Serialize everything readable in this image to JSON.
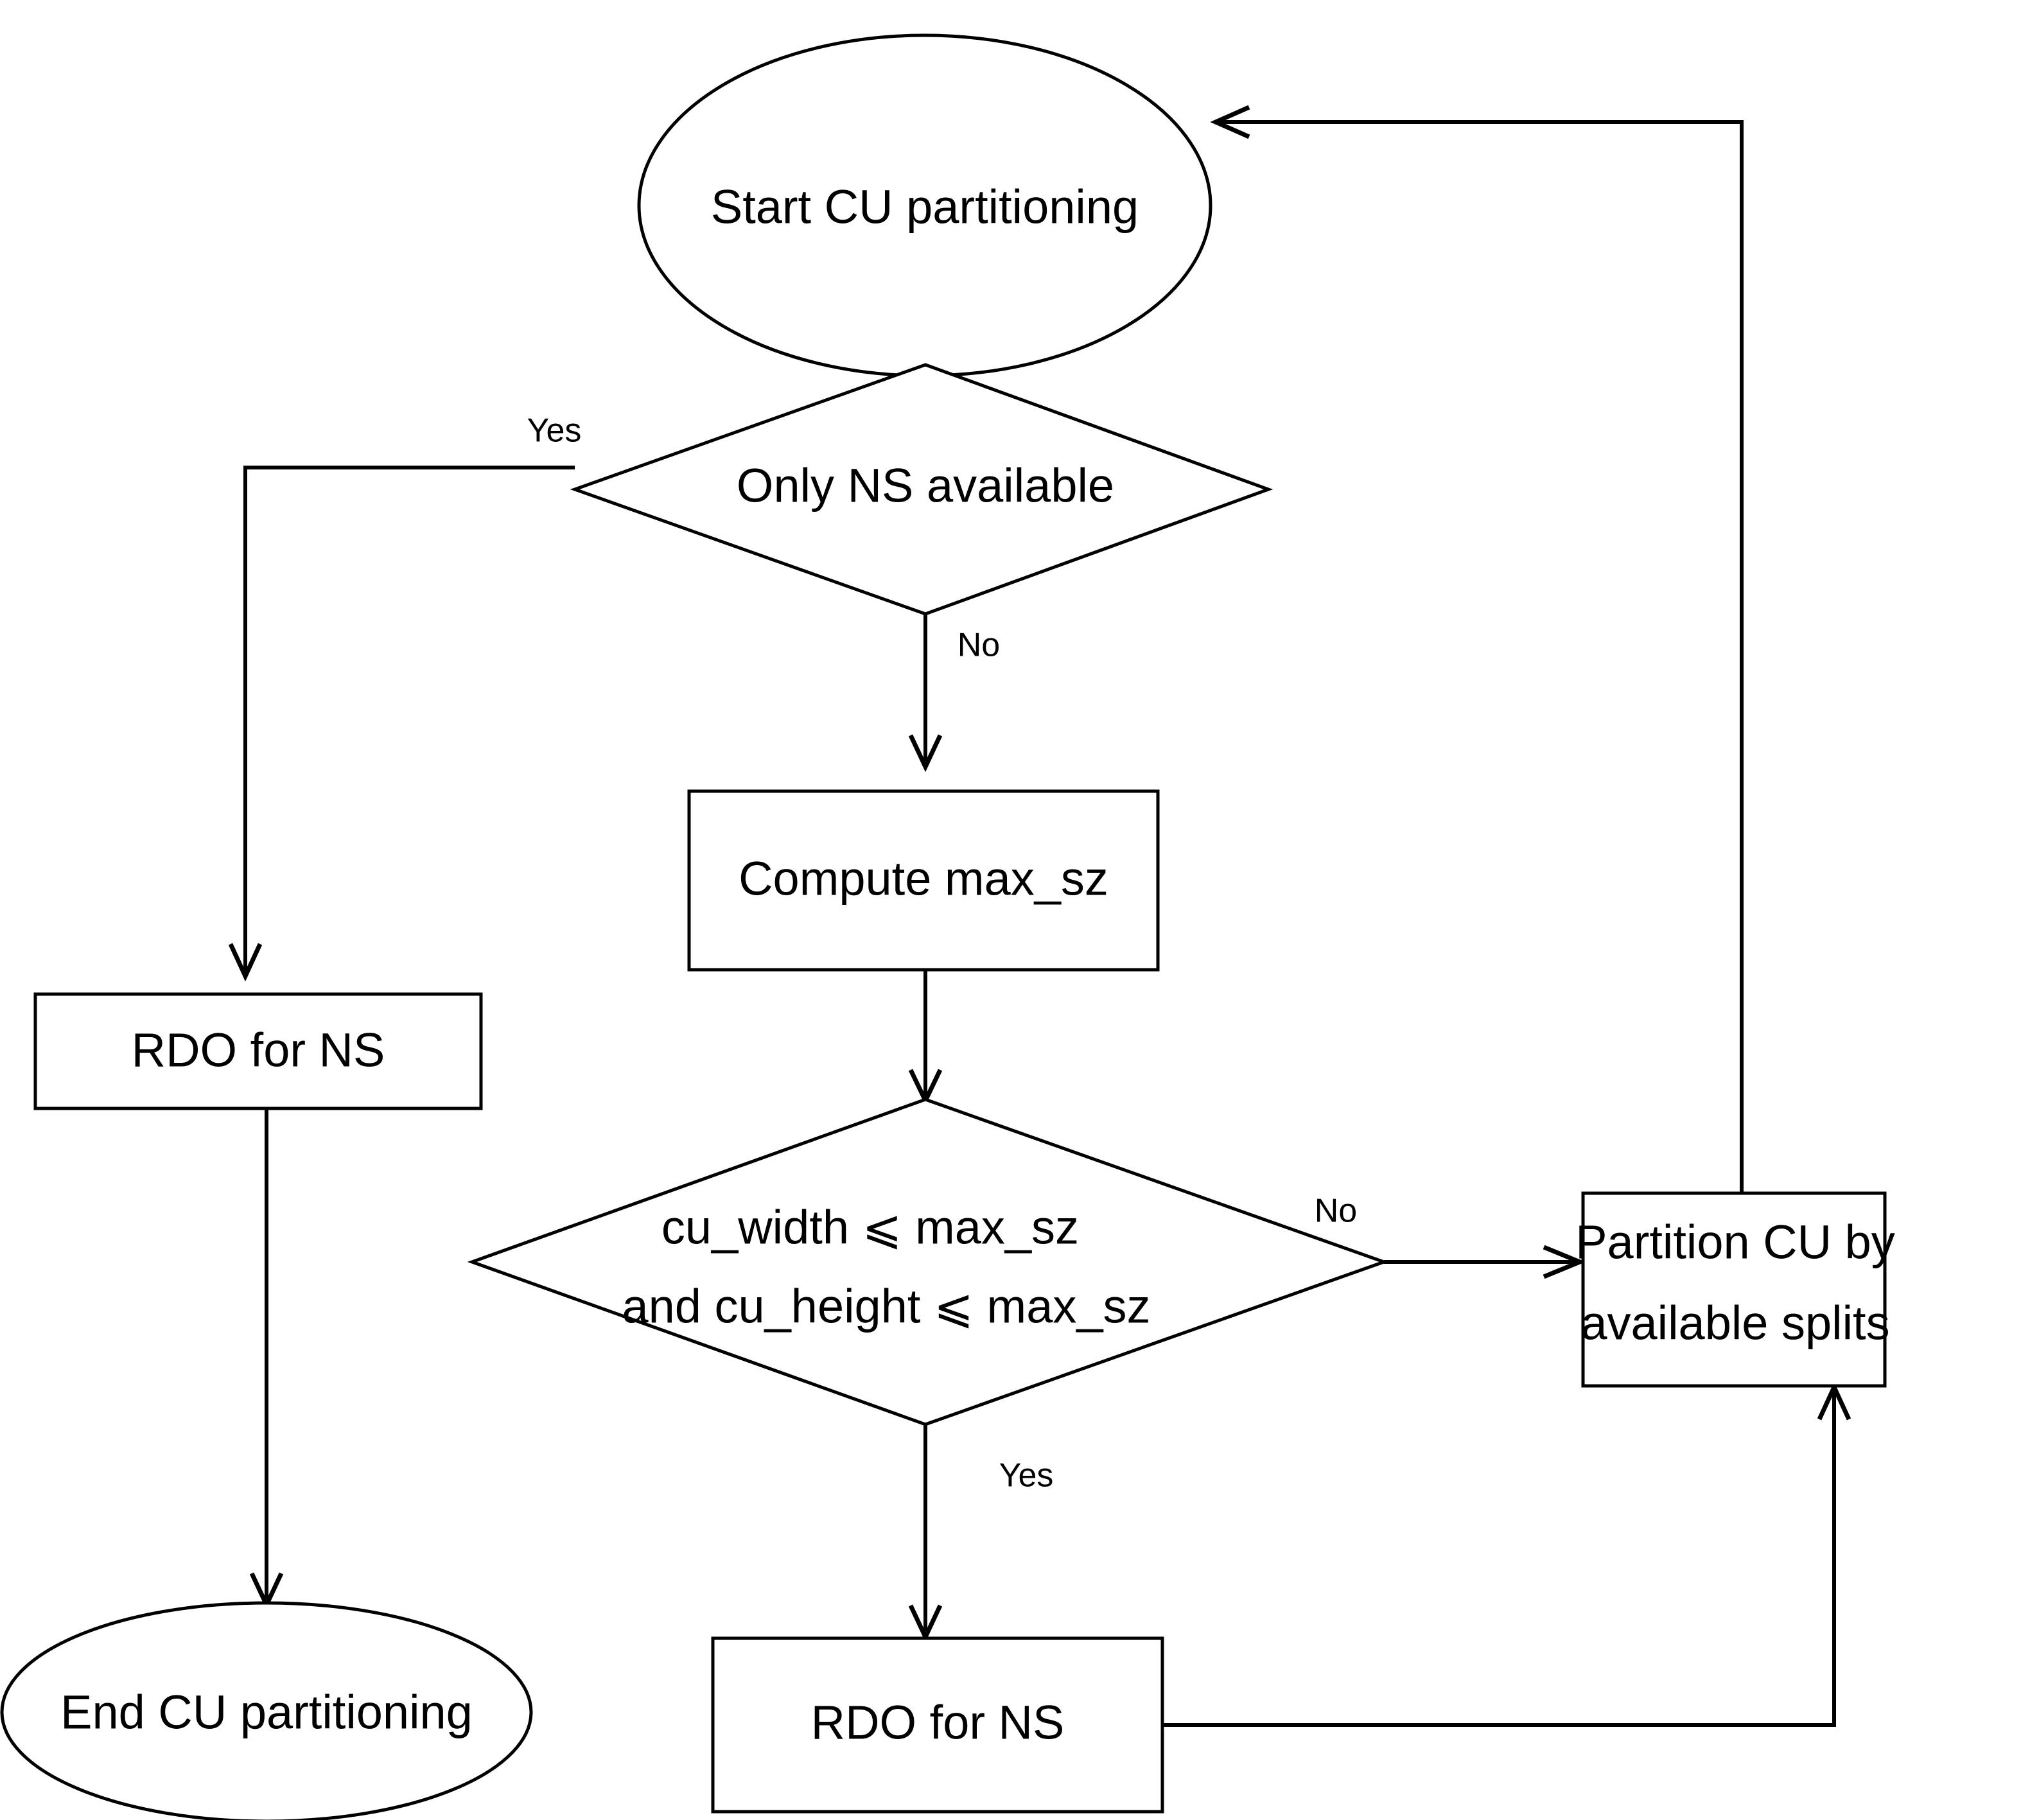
{
  "diagram": {
    "title": "CU partitioning flowchart",
    "type": "flowchart",
    "background_color": "#ffffff",
    "stroke_color": "#000000"
  },
  "nodes": {
    "start": {
      "label": "Start CU partitioning",
      "shape": "ellipse"
    },
    "decision_only_ns": {
      "label": "Only NS available",
      "shape": "diamond"
    },
    "compute_max_sz": {
      "label": "Compute max_sz",
      "shape": "rectangle"
    },
    "rdo_ns_left": {
      "label": "RDO for NS",
      "shape": "rectangle"
    },
    "end": {
      "label": "End CU partitioning",
      "shape": "ellipse"
    },
    "decision_size": {
      "shape": "diamond",
      "line1": "cu_width ⩽ max_sz",
      "line2": "and cu_height ⩽ max_sz"
    },
    "partition_cu": {
      "shape": "rectangle",
      "line1": "Partition CU by",
      "line2": "available splits"
    },
    "rdo_ns_bottom": {
      "label": "RDO for NS",
      "shape": "rectangle"
    }
  },
  "edge_labels": {
    "only_ns_yes": "Yes",
    "only_ns_no": "No",
    "size_no": "No",
    "size_yes": "Yes"
  },
  "edges": [
    {
      "from": "start",
      "to": "decision_only_ns",
      "label": ""
    },
    {
      "from": "decision_only_ns",
      "to": "rdo_ns_left",
      "label": "Yes"
    },
    {
      "from": "decision_only_ns",
      "to": "compute_max_sz",
      "label": "No"
    },
    {
      "from": "rdo_ns_left",
      "to": "end",
      "label": ""
    },
    {
      "from": "compute_max_sz",
      "to": "decision_size",
      "label": ""
    },
    {
      "from": "decision_size",
      "to": "partition_cu",
      "label": "No"
    },
    {
      "from": "decision_size",
      "to": "rdo_ns_bottom",
      "label": "Yes"
    },
    {
      "from": "rdo_ns_bottom",
      "to": "partition_cu",
      "label": ""
    },
    {
      "from": "partition_cu",
      "to": "start",
      "label": ""
    }
  ]
}
